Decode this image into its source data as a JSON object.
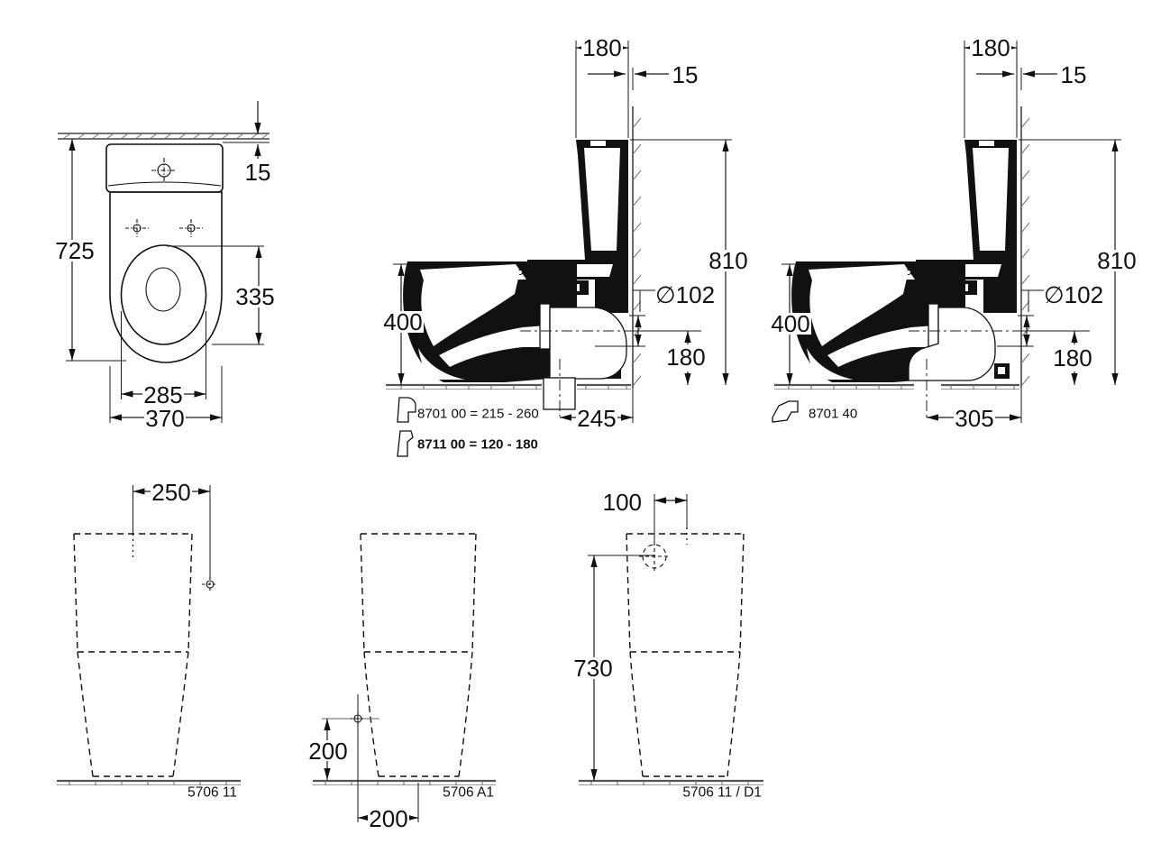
{
  "drawing": {
    "top_view": {
      "wall_distance": "15",
      "depth": "725",
      "seat_cutout_length": "335",
      "seat_cutout_width": "285",
      "width": "370"
    },
    "side_view_vertical_outlet": {
      "cistern_depth": "180",
      "wall_distance": "15",
      "total_height": "810",
      "rim_height": "400",
      "outlet_diameter": "∅102",
      "outlet_axis_height": "180",
      "outlet_axis_to_wall": "245",
      "accessories": [
        {
          "icon": "outlet-elbow-down-icon",
          "label": "8701 00 = 215 - 260"
        },
        {
          "icon": "outlet-pipe-vertical-icon",
          "label": "8711 00 = 120 - 180"
        }
      ]
    },
    "side_view_horizontal_outlet": {
      "cistern_depth": "180",
      "wall_distance": "15",
      "total_height": "810",
      "rim_height": "400",
      "outlet_diameter": "∅102",
      "outlet_axis_height": "180",
      "outlet_axis_to_wall": "305",
      "accessories": [
        {
          "icon": "outlet-elbow-horizontal-icon",
          "label": "8701 40"
        }
      ]
    },
    "front_view_1": {
      "supply_offset_from_center": "250",
      "model": "5706 11"
    },
    "front_view_2": {
      "supply_height": "200",
      "supply_offset_from_center": "200",
      "model": "5706 A1"
    },
    "front_view_3": {
      "inlet_offset_from_center": "100",
      "inlet_height": "730",
      "model": "5706 11 / D1"
    }
  }
}
